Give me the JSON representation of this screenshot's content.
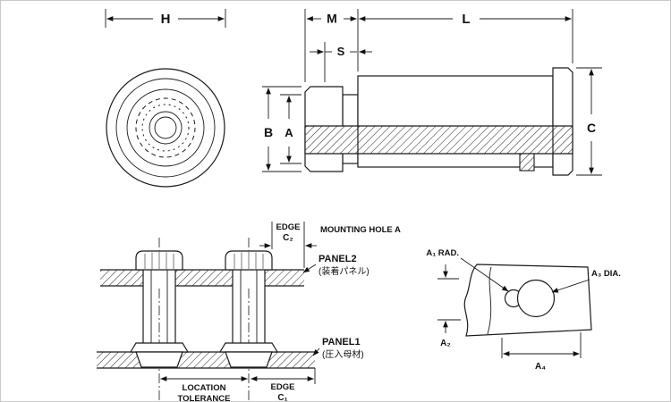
{
  "drawing": {
    "dims": {
      "H": "H",
      "M": "M",
      "L": "L",
      "S": "S",
      "B": "B",
      "A": "A",
      "C": "C"
    },
    "assembly": {
      "edge2_label": "EDGE",
      "edge2_value": "C₂",
      "mounting_hole": "MOUNTING HOLE A",
      "panel2": "PANEL2",
      "panel2_jp": "(装着パネル)",
      "panel1": "PANEL1",
      "panel1_jp": "(圧入母材)",
      "location": "LOCATION",
      "tolerance": "TOLERANCE",
      "edge1_label": "EDGE",
      "edge1_value": "C₁"
    },
    "hole_detail": {
      "a1_rad": "A₁ RAD.",
      "a2": "A₂",
      "a3_dia": "A₃ DIA.",
      "a4": "A₄"
    }
  }
}
